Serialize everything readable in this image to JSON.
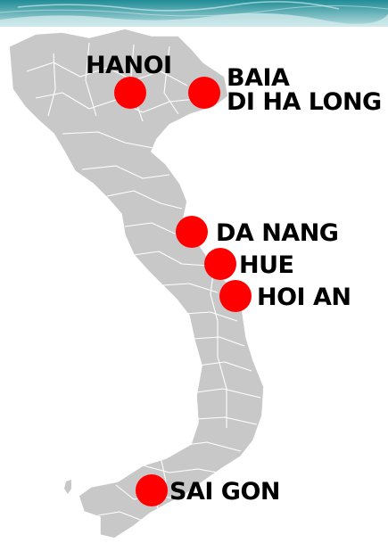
{
  "colors": {
    "land": "#c8c8c8",
    "border": "#ffffff",
    "marker": "#ff0000",
    "label": "#000000",
    "water_top": "#1f8c96",
    "water_bottom": "#b7dde0"
  },
  "cities": [
    {
      "id": "hanoi",
      "label_lines": [
        "HANOI"
      ]
    },
    {
      "id": "ha-long",
      "label_lines": [
        "BAIA",
        "DI HA LONG"
      ]
    },
    {
      "id": "da-nang",
      "label_lines": [
        "DA NANG"
      ]
    },
    {
      "id": "hue",
      "label_lines": [
        "HUE"
      ]
    },
    {
      "id": "hoi-an",
      "label_lines": [
        "HOI AN"
      ]
    },
    {
      "id": "saigon",
      "label_lines": [
        "SAI GON"
      ]
    }
  ]
}
